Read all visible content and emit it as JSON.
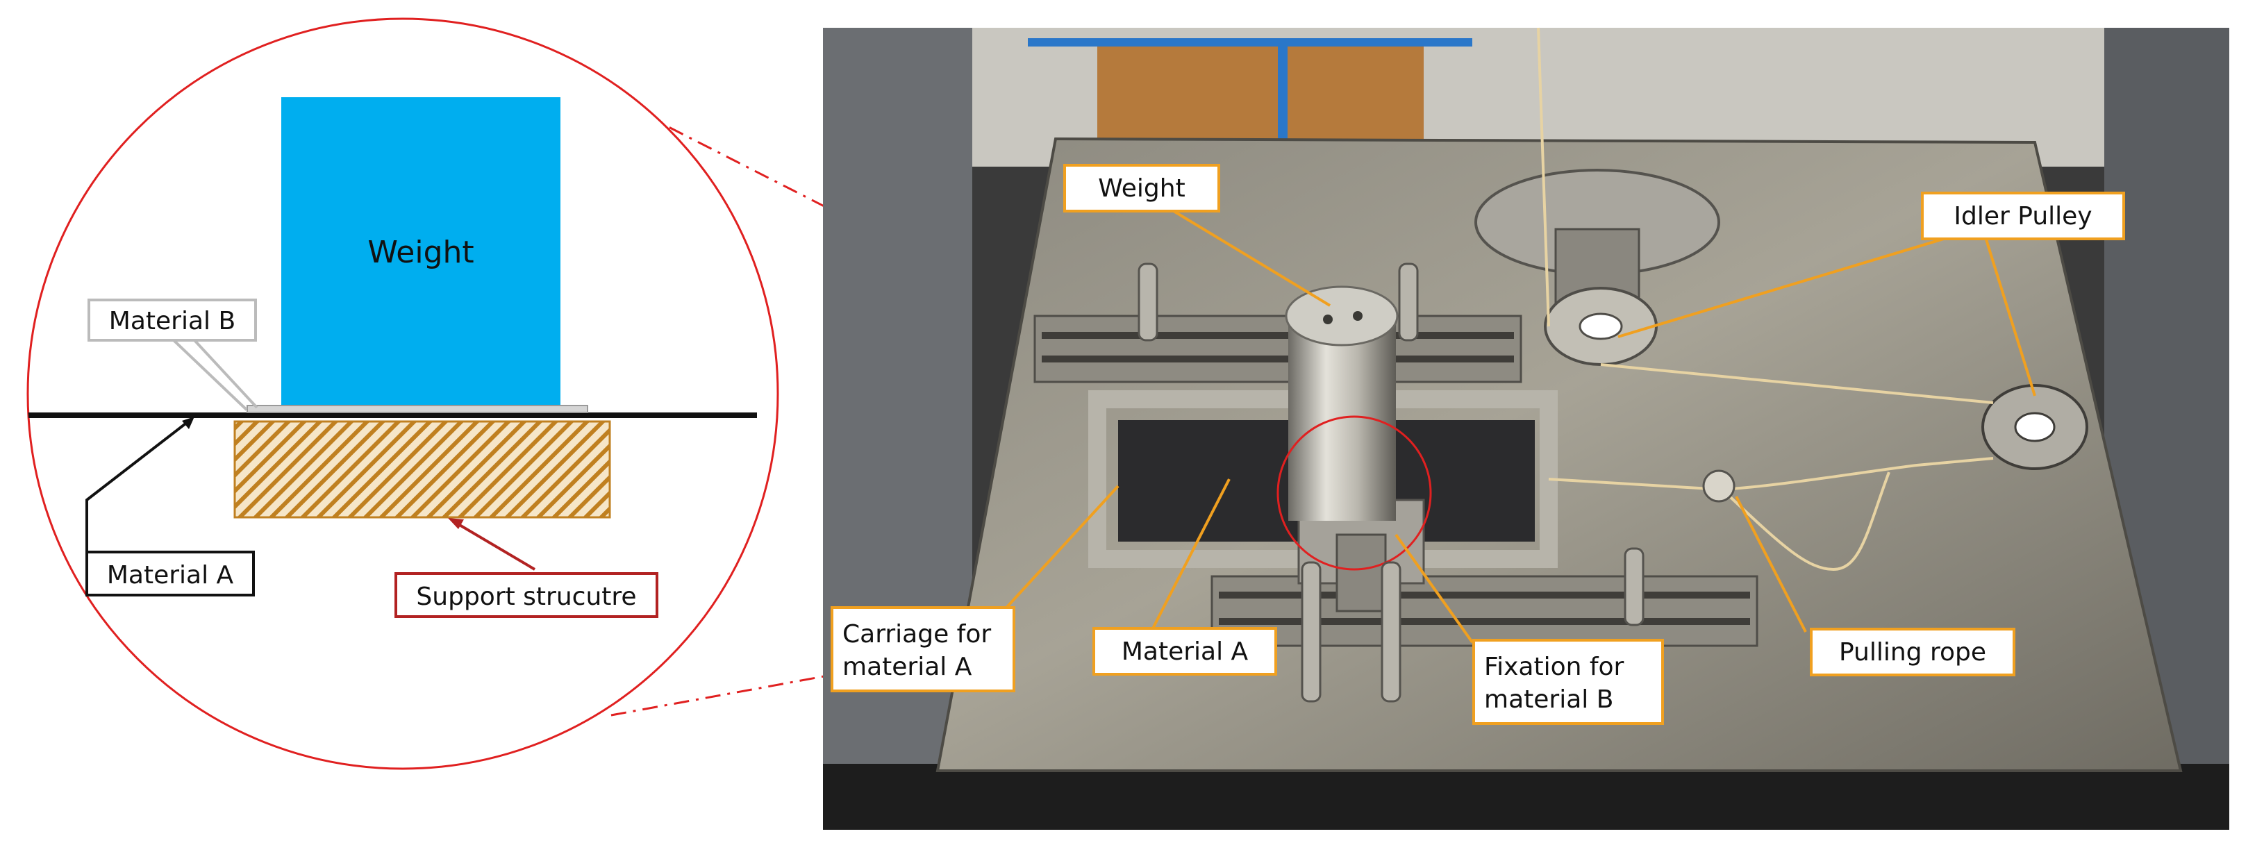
{
  "detail": {
    "weight_label": "Weight",
    "material_b_label": "Material B",
    "material_a_label": "Material A",
    "support_label": "Support strucutre"
  },
  "photo": {
    "callouts": {
      "weight": "Weight",
      "idler_pulley": "Idler Pulley",
      "carriage_line1": "Carriage for",
      "carriage_line2": "material A",
      "material_a": "Material A",
      "fixation_line1": "Fixation for",
      "fixation_line2": "material B",
      "pulling_rope": "Pulling rope"
    }
  },
  "colors": {
    "weight_fill": "#00AEEF",
    "detail_circle": "#E02020",
    "support_hatch": "#C08020",
    "callout_border": "#F0A020",
    "support_label_border": "#B22222",
    "material_b_border": "#BBBBBB",
    "material_a_border": "#111111"
  }
}
